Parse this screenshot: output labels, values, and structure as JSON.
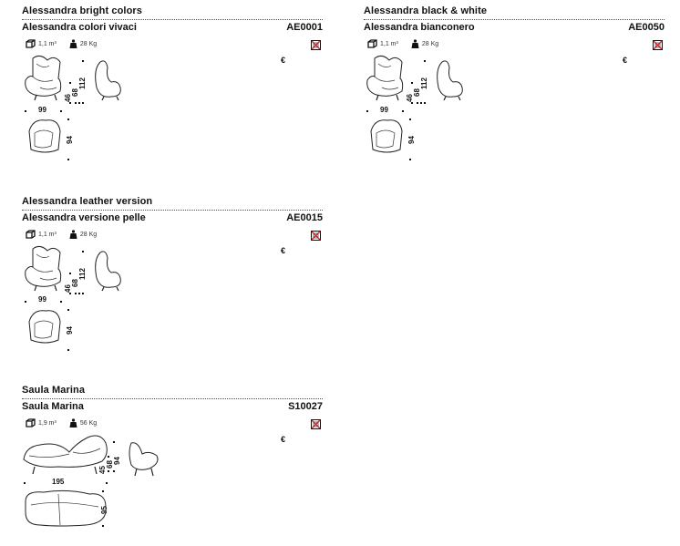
{
  "products": [
    {
      "title": "Alessandra bright colors",
      "subtitle": "Alessandra colori vivaci",
      "code": "AE0001",
      "volume": "1,1 m³",
      "weight": "28 Kg",
      "price_symbol": "€",
      "dims": {
        "width": "99",
        "seat": "46",
        "arm": "68",
        "height": "112",
        "depth": "94"
      }
    },
    {
      "title": "Alessandra black & white",
      "subtitle": "Alessandra bianconero",
      "code": "AE0050",
      "volume": "1,1 m³",
      "weight": "28 Kg",
      "price_symbol": "€",
      "dims": {
        "width": "99",
        "seat": "46",
        "arm": "68",
        "height": "112",
        "depth": "94"
      }
    },
    {
      "title": "Alessandra leather version",
      "subtitle": "Alessandra versione pelle",
      "code": "AE0015",
      "volume": "1,1 m³",
      "weight": "28 Kg",
      "price_symbol": "€",
      "dims": {
        "width": "99",
        "seat": "46",
        "arm": "68",
        "height": "112",
        "depth": "94"
      }
    },
    {
      "title": "Saula Marina",
      "subtitle": "Saula Marina",
      "code": "S10027",
      "volume": "1,9 m³",
      "weight": "56 Kg",
      "price_symbol": "€",
      "dims": {
        "width": "195",
        "seat": "45",
        "arm": "68",
        "height": "94",
        "depth": "95"
      }
    }
  ],
  "icons": {
    "volume": "cube-icon",
    "weight": "weight-icon",
    "no_stack": "no-stack-icon"
  },
  "colors": {
    "accent_red": "#c0272d",
    "text": "#111111"
  }
}
